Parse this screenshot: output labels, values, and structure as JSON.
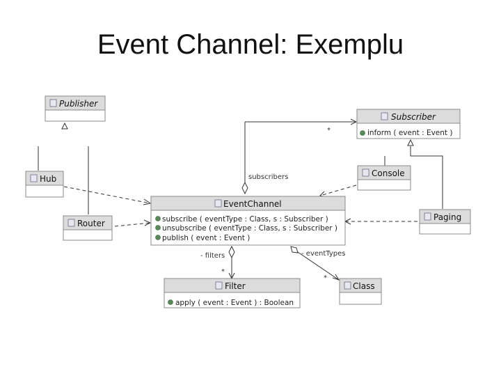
{
  "title": "Event Channel: Exemplu",
  "classes": {
    "publisher": {
      "name": "Publisher"
    },
    "subscriber": {
      "name": "Subscriber",
      "ops": [
        "inform ( event : Event )"
      ]
    },
    "hub": {
      "name": "Hub"
    },
    "router": {
      "name": "Router"
    },
    "console": {
      "name": "Console"
    },
    "paging": {
      "name": "Paging"
    },
    "eventchannel": {
      "name": "EventChannel",
      "ops": [
        "subscribe ( eventType : Class, s : Subscriber )",
        "unsubscribe ( eventType : Class, s : Subscriber )",
        "publish ( event : Event )"
      ]
    },
    "filter": {
      "name": "Filter",
      "ops": [
        "apply ( event : Event ) : Boolean"
      ]
    },
    "class": {
      "name": "Class"
    }
  },
  "labels": {
    "subscribers": "subscribers",
    "star_subscriber": "*",
    "filters": "- filters",
    "star_filter": "*",
    "eventtypes": "- eventTypes",
    "star_class": "*"
  }
}
